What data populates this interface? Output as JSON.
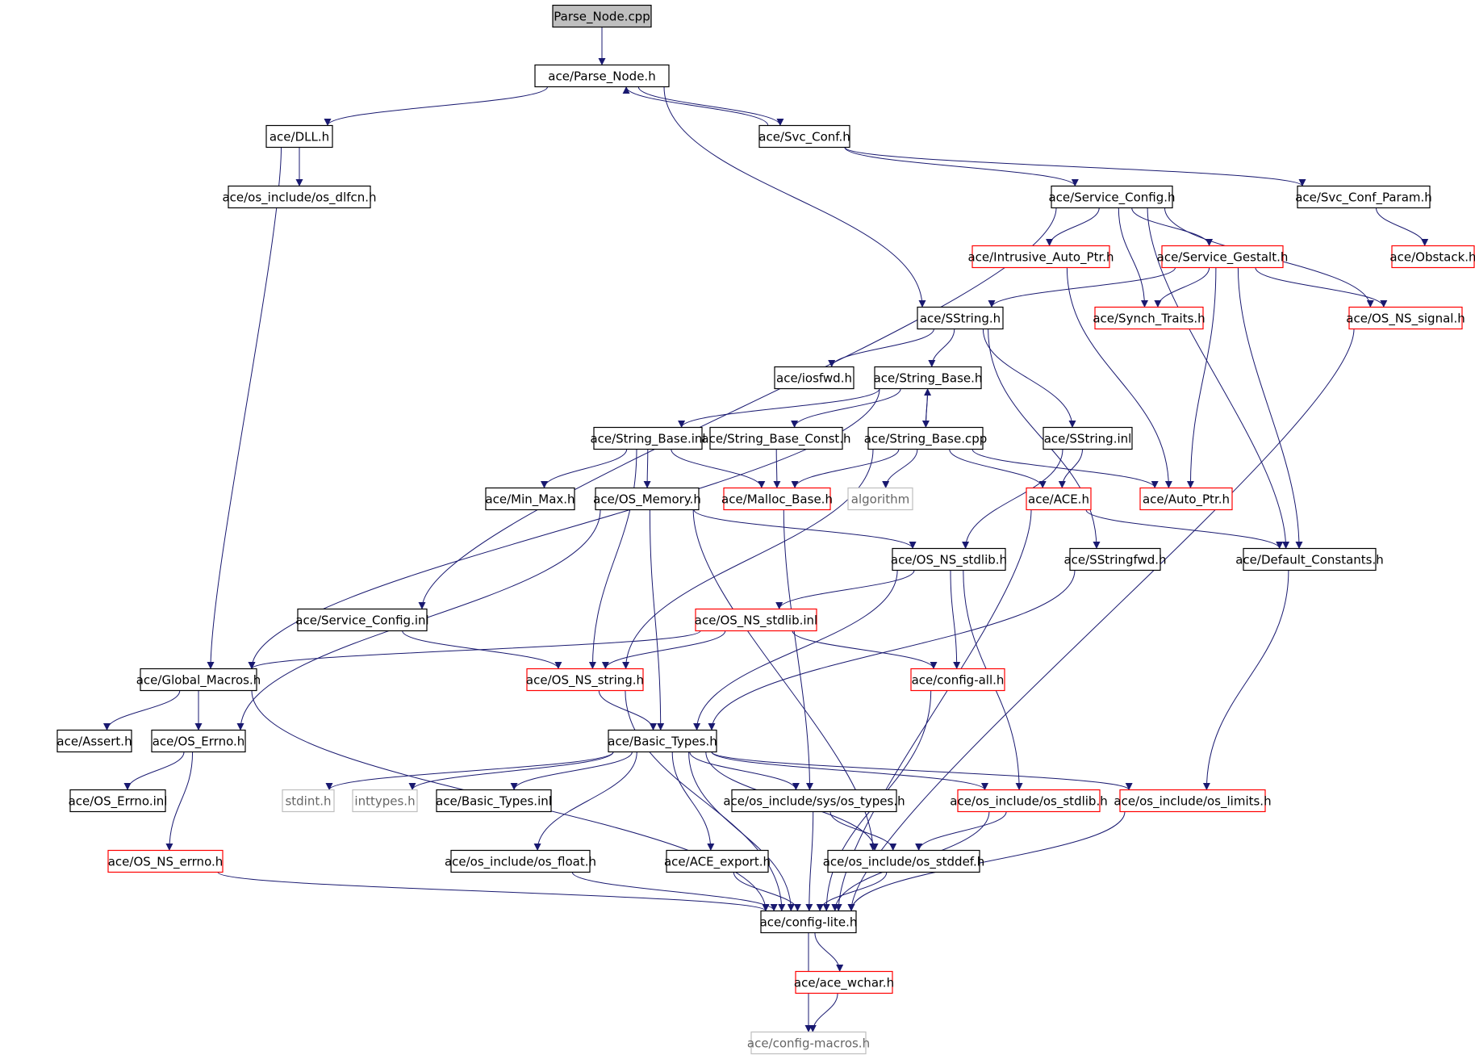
{
  "diagram": {
    "nodes": [
      {
        "id": "parse_node_cpp",
        "label": "Parse_Node.cpp",
        "style": "root"
      },
      {
        "id": "parse_node_h",
        "label": "ace/Parse_Node.h",
        "style": "normal"
      },
      {
        "id": "dll_h",
        "label": "ace/DLL.h",
        "style": "normal"
      },
      {
        "id": "svc_conf_h",
        "label": "ace/Svc_Conf.h",
        "style": "normal"
      },
      {
        "id": "os_dlfcn_h",
        "label": "ace/os_include/os_dlfcn.h",
        "style": "normal"
      },
      {
        "id": "service_config_h",
        "label": "ace/Service_Config.h",
        "style": "normal"
      },
      {
        "id": "svc_conf_param_h",
        "label": "ace/Svc_Conf_Param.h",
        "style": "normal"
      },
      {
        "id": "intrusive_auto_ptr_h",
        "label": "ace/Intrusive_Auto_Ptr.h",
        "style": "truncated"
      },
      {
        "id": "service_gestalt_h",
        "label": "ace/Service_Gestalt.h",
        "style": "truncated"
      },
      {
        "id": "obstack_h",
        "label": "ace/Obstack.h",
        "style": "truncated"
      },
      {
        "id": "sstring_h",
        "label": "ace/SString.h",
        "style": "normal"
      },
      {
        "id": "synch_traits_h",
        "label": "ace/Synch_Traits.h",
        "style": "truncated"
      },
      {
        "id": "os_ns_signal_h",
        "label": "ace/OS_NS_signal.h",
        "style": "truncated"
      },
      {
        "id": "iosfwd_h",
        "label": "ace/iosfwd.h",
        "style": "normal"
      },
      {
        "id": "string_base_h",
        "label": "ace/String_Base.h",
        "style": "normal"
      },
      {
        "id": "string_base_inl",
        "label": "ace/String_Base.inl",
        "style": "normal"
      },
      {
        "id": "string_base_const_h",
        "label": "ace/String_Base_Const.h",
        "style": "normal"
      },
      {
        "id": "string_base_cpp",
        "label": "ace/String_Base.cpp",
        "style": "normal"
      },
      {
        "id": "sstring_inl",
        "label": "ace/SString.inl",
        "style": "normal"
      },
      {
        "id": "min_max_h",
        "label": "ace/Min_Max.h",
        "style": "normal"
      },
      {
        "id": "os_memory_h",
        "label": "ace/OS_Memory.h",
        "style": "normal"
      },
      {
        "id": "malloc_base_h",
        "label": "ace/Malloc_Base.h",
        "style": "truncated"
      },
      {
        "id": "algorithm",
        "label": "algorithm",
        "style": "external"
      },
      {
        "id": "ace_h",
        "label": "ace/ACE.h",
        "style": "truncated"
      },
      {
        "id": "auto_ptr_h",
        "label": "ace/Auto_Ptr.h",
        "style": "truncated"
      },
      {
        "id": "os_ns_stdlib_h",
        "label": "ace/OS_NS_stdlib.h",
        "style": "normal"
      },
      {
        "id": "sstringfwd_h",
        "label": "ace/SStringfwd.h",
        "style": "normal"
      },
      {
        "id": "default_constants_h",
        "label": "ace/Default_Constants.h",
        "style": "normal"
      },
      {
        "id": "service_config_inl",
        "label": "ace/Service_Config.inl",
        "style": "normal"
      },
      {
        "id": "os_ns_stdlib_inl",
        "label": "ace/OS_NS_stdlib.inl",
        "style": "truncated"
      },
      {
        "id": "global_macros_h",
        "label": "ace/Global_Macros.h",
        "style": "normal"
      },
      {
        "id": "os_ns_string_h",
        "label": "ace/OS_NS_string.h",
        "style": "truncated"
      },
      {
        "id": "config_all_h",
        "label": "ace/config-all.h",
        "style": "truncated"
      },
      {
        "id": "assert_h",
        "label": "ace/Assert.h",
        "style": "normal"
      },
      {
        "id": "os_errno_h",
        "label": "ace/OS_Errno.h",
        "style": "normal"
      },
      {
        "id": "basic_types_h",
        "label": "ace/Basic_Types.h",
        "style": "normal"
      },
      {
        "id": "os_errno_inl",
        "label": "ace/OS_Errno.inl",
        "style": "normal"
      },
      {
        "id": "stdint_h",
        "label": "stdint.h",
        "style": "external"
      },
      {
        "id": "inttypes_h",
        "label": "inttypes.h",
        "style": "external"
      },
      {
        "id": "basic_types_inl",
        "label": "ace/Basic_Types.inl",
        "style": "normal"
      },
      {
        "id": "sys_os_types_h",
        "label": "ace/os_include/sys/os_types.h",
        "style": "normal"
      },
      {
        "id": "os_stdlib_h",
        "label": "ace/os_include/os_stdlib.h",
        "style": "truncated"
      },
      {
        "id": "os_limits_h",
        "label": "ace/os_include/os_limits.h",
        "style": "truncated"
      },
      {
        "id": "os_ns_errno_h",
        "label": "ace/OS_NS_errno.h",
        "style": "truncated"
      },
      {
        "id": "os_float_h",
        "label": "ace/os_include/os_float.h",
        "style": "normal"
      },
      {
        "id": "ace_export_h",
        "label": "ace/ACE_export.h",
        "style": "normal"
      },
      {
        "id": "os_stddef_h",
        "label": "ace/os_include/os_stddef.h",
        "style": "normal"
      },
      {
        "id": "config_lite_h",
        "label": "ace/config-lite.h",
        "style": "normal"
      },
      {
        "id": "ace_wchar_h",
        "label": "ace/ace_wchar.h",
        "style": "truncated"
      },
      {
        "id": "config_macros_h",
        "label": "ace/config-macros.h",
        "style": "external"
      }
    ],
    "edges": [
      [
        "parse_node_cpp",
        "parse_node_h"
      ],
      [
        "parse_node_h",
        "dll_h"
      ],
      [
        "parse_node_h",
        "svc_conf_h"
      ],
      [
        "parse_node_h",
        "sstring_h"
      ],
      [
        "svc_conf_h",
        "parse_node_h"
      ],
      [
        "dll_h",
        "os_dlfcn_h"
      ],
      [
        "dll_h",
        "global_macros_h"
      ],
      [
        "svc_conf_h",
        "service_config_h"
      ],
      [
        "svc_conf_h",
        "svc_conf_param_h"
      ],
      [
        "svc_conf_param_h",
        "obstack_h"
      ],
      [
        "service_config_h",
        "intrusive_auto_ptr_h"
      ],
      [
        "service_config_h",
        "service_gestalt_h"
      ],
      [
        "service_config_h",
        "synch_traits_h"
      ],
      [
        "service_config_h",
        "os_ns_signal_h"
      ],
      [
        "service_config_h",
        "default_constants_h"
      ],
      [
        "service_config_h",
        "service_config_inl"
      ],
      [
        "intrusive_auto_ptr_h",
        "auto_ptr_h"
      ],
      [
        "service_gestalt_h",
        "sstring_h"
      ],
      [
        "service_gestalt_h",
        "synch_traits_h"
      ],
      [
        "service_gestalt_h",
        "os_ns_signal_h"
      ],
      [
        "service_gestalt_h",
        "auto_ptr_h"
      ],
      [
        "service_gestalt_h",
        "default_constants_h"
      ],
      [
        "sstring_h",
        "iosfwd_h"
      ],
      [
        "sstring_h",
        "string_base_h"
      ],
      [
        "sstring_h",
        "sstring_inl"
      ],
      [
        "sstring_h",
        "sstringfwd_h"
      ],
      [
        "string_base_h",
        "string_base_inl"
      ],
      [
        "string_base_h",
        "string_base_const_h"
      ],
      [
        "string_base_h",
        "string_base_cpp"
      ],
      [
        "string_base_h",
        "global_macros_h"
      ],
      [
        "string_base_cpp",
        "string_base_h"
      ],
      [
        "string_base_inl",
        "min_max_h"
      ],
      [
        "string_base_inl",
        "os_memory_h"
      ],
      [
        "string_base_inl",
        "malloc_base_h"
      ],
      [
        "string_base_inl",
        "os_ns_string_h"
      ],
      [
        "string_base_const_h",
        "malloc_base_h"
      ],
      [
        "string_base_cpp",
        "malloc_base_h"
      ],
      [
        "string_base_cpp",
        "algorithm"
      ],
      [
        "string_base_cpp",
        "ace_h"
      ],
      [
        "string_base_cpp",
        "auto_ptr_h"
      ],
      [
        "string_base_cpp",
        "os_ns_string_h"
      ],
      [
        "sstring_inl",
        "ace_h"
      ],
      [
        "sstring_inl",
        "os_ns_stdlib_h"
      ],
      [
        "malloc_base_h",
        "sys_os_types_h"
      ],
      [
        "os_memory_h",
        "os_ns_stdlib_h"
      ],
      [
        "os_memory_h",
        "os_errno_h"
      ],
      [
        "os_memory_h",
        "basic_types_h"
      ],
      [
        "os_memory_h",
        "os_stddef_h"
      ],
      [
        "ace_h",
        "default_constants_h"
      ],
      [
        "ace_h",
        "config_lite_h"
      ],
      [
        "os_ns_stdlib_h",
        "os_ns_stdlib_inl"
      ],
      [
        "os_ns_stdlib_h",
        "config_all_h"
      ],
      [
        "os_ns_stdlib_h",
        "basic_types_h"
      ],
      [
        "os_ns_stdlib_h",
        "os_stdlib_h"
      ],
      [
        "sstringfwd_h",
        "basic_types_h"
      ],
      [
        "default_constants_h",
        "os_limits_h"
      ],
      [
        "os_ns_signal_h",
        "config_lite_h"
      ],
      [
        "service_config_inl",
        "os_ns_string_h"
      ],
      [
        "os_ns_stdlib_inl",
        "global_macros_h"
      ],
      [
        "os_ns_stdlib_inl",
        "os_ns_string_h"
      ],
      [
        "os_ns_stdlib_inl",
        "config_all_h"
      ],
      [
        "global_macros_h",
        "assert_h"
      ],
      [
        "global_macros_h",
        "os_errno_h"
      ],
      [
        "global_macros_h",
        "config_lite_h"
      ],
      [
        "os_ns_string_h",
        "basic_types_h"
      ],
      [
        "os_ns_string_h",
        "config_lite_h"
      ],
      [
        "config_all_h",
        "config_lite_h"
      ],
      [
        "os_errno_h",
        "os_errno_inl"
      ],
      [
        "os_errno_h",
        "os_ns_errno_h"
      ],
      [
        "basic_types_h",
        "stdint_h"
      ],
      [
        "basic_types_h",
        "inttypes_h"
      ],
      [
        "basic_types_h",
        "basic_types_inl"
      ],
      [
        "basic_types_h",
        "sys_os_types_h"
      ],
      [
        "basic_types_h",
        "os_stdlib_h"
      ],
      [
        "basic_types_h",
        "os_limits_h"
      ],
      [
        "basic_types_h",
        "os_float_h"
      ],
      [
        "basic_types_h",
        "ace_export_h"
      ],
      [
        "basic_types_h",
        "os_stddef_h"
      ],
      [
        "basic_types_h",
        "config_lite_h"
      ],
      [
        "sys_os_types_h",
        "os_stddef_h"
      ],
      [
        "sys_os_types_h",
        "config_lite_h"
      ],
      [
        "os_stdlib_h",
        "os_stddef_h"
      ],
      [
        "os_stdlib_h",
        "config_lite_h"
      ],
      [
        "os_limits_h",
        "config_lite_h"
      ],
      [
        "os_ns_errno_h",
        "config_lite_h"
      ],
      [
        "os_float_h",
        "config_lite_h"
      ],
      [
        "ace_export_h",
        "config_lite_h"
      ],
      [
        "os_stddef_h",
        "config_lite_h"
      ],
      [
        "config_lite_h",
        "ace_wchar_h"
      ],
      [
        "config_lite_h",
        "config_macros_h"
      ],
      [
        "ace_wchar_h",
        "config_macros_h"
      ]
    ]
  },
  "colors": {
    "edge": "#191970",
    "normal_border": "#000000",
    "truncated_border": "#ff0000",
    "external_border": "#bfbfbf",
    "external_text": "#666666",
    "root_fill": "#bfbfbf",
    "text": "#000000",
    "background": "#ffffff"
  }
}
